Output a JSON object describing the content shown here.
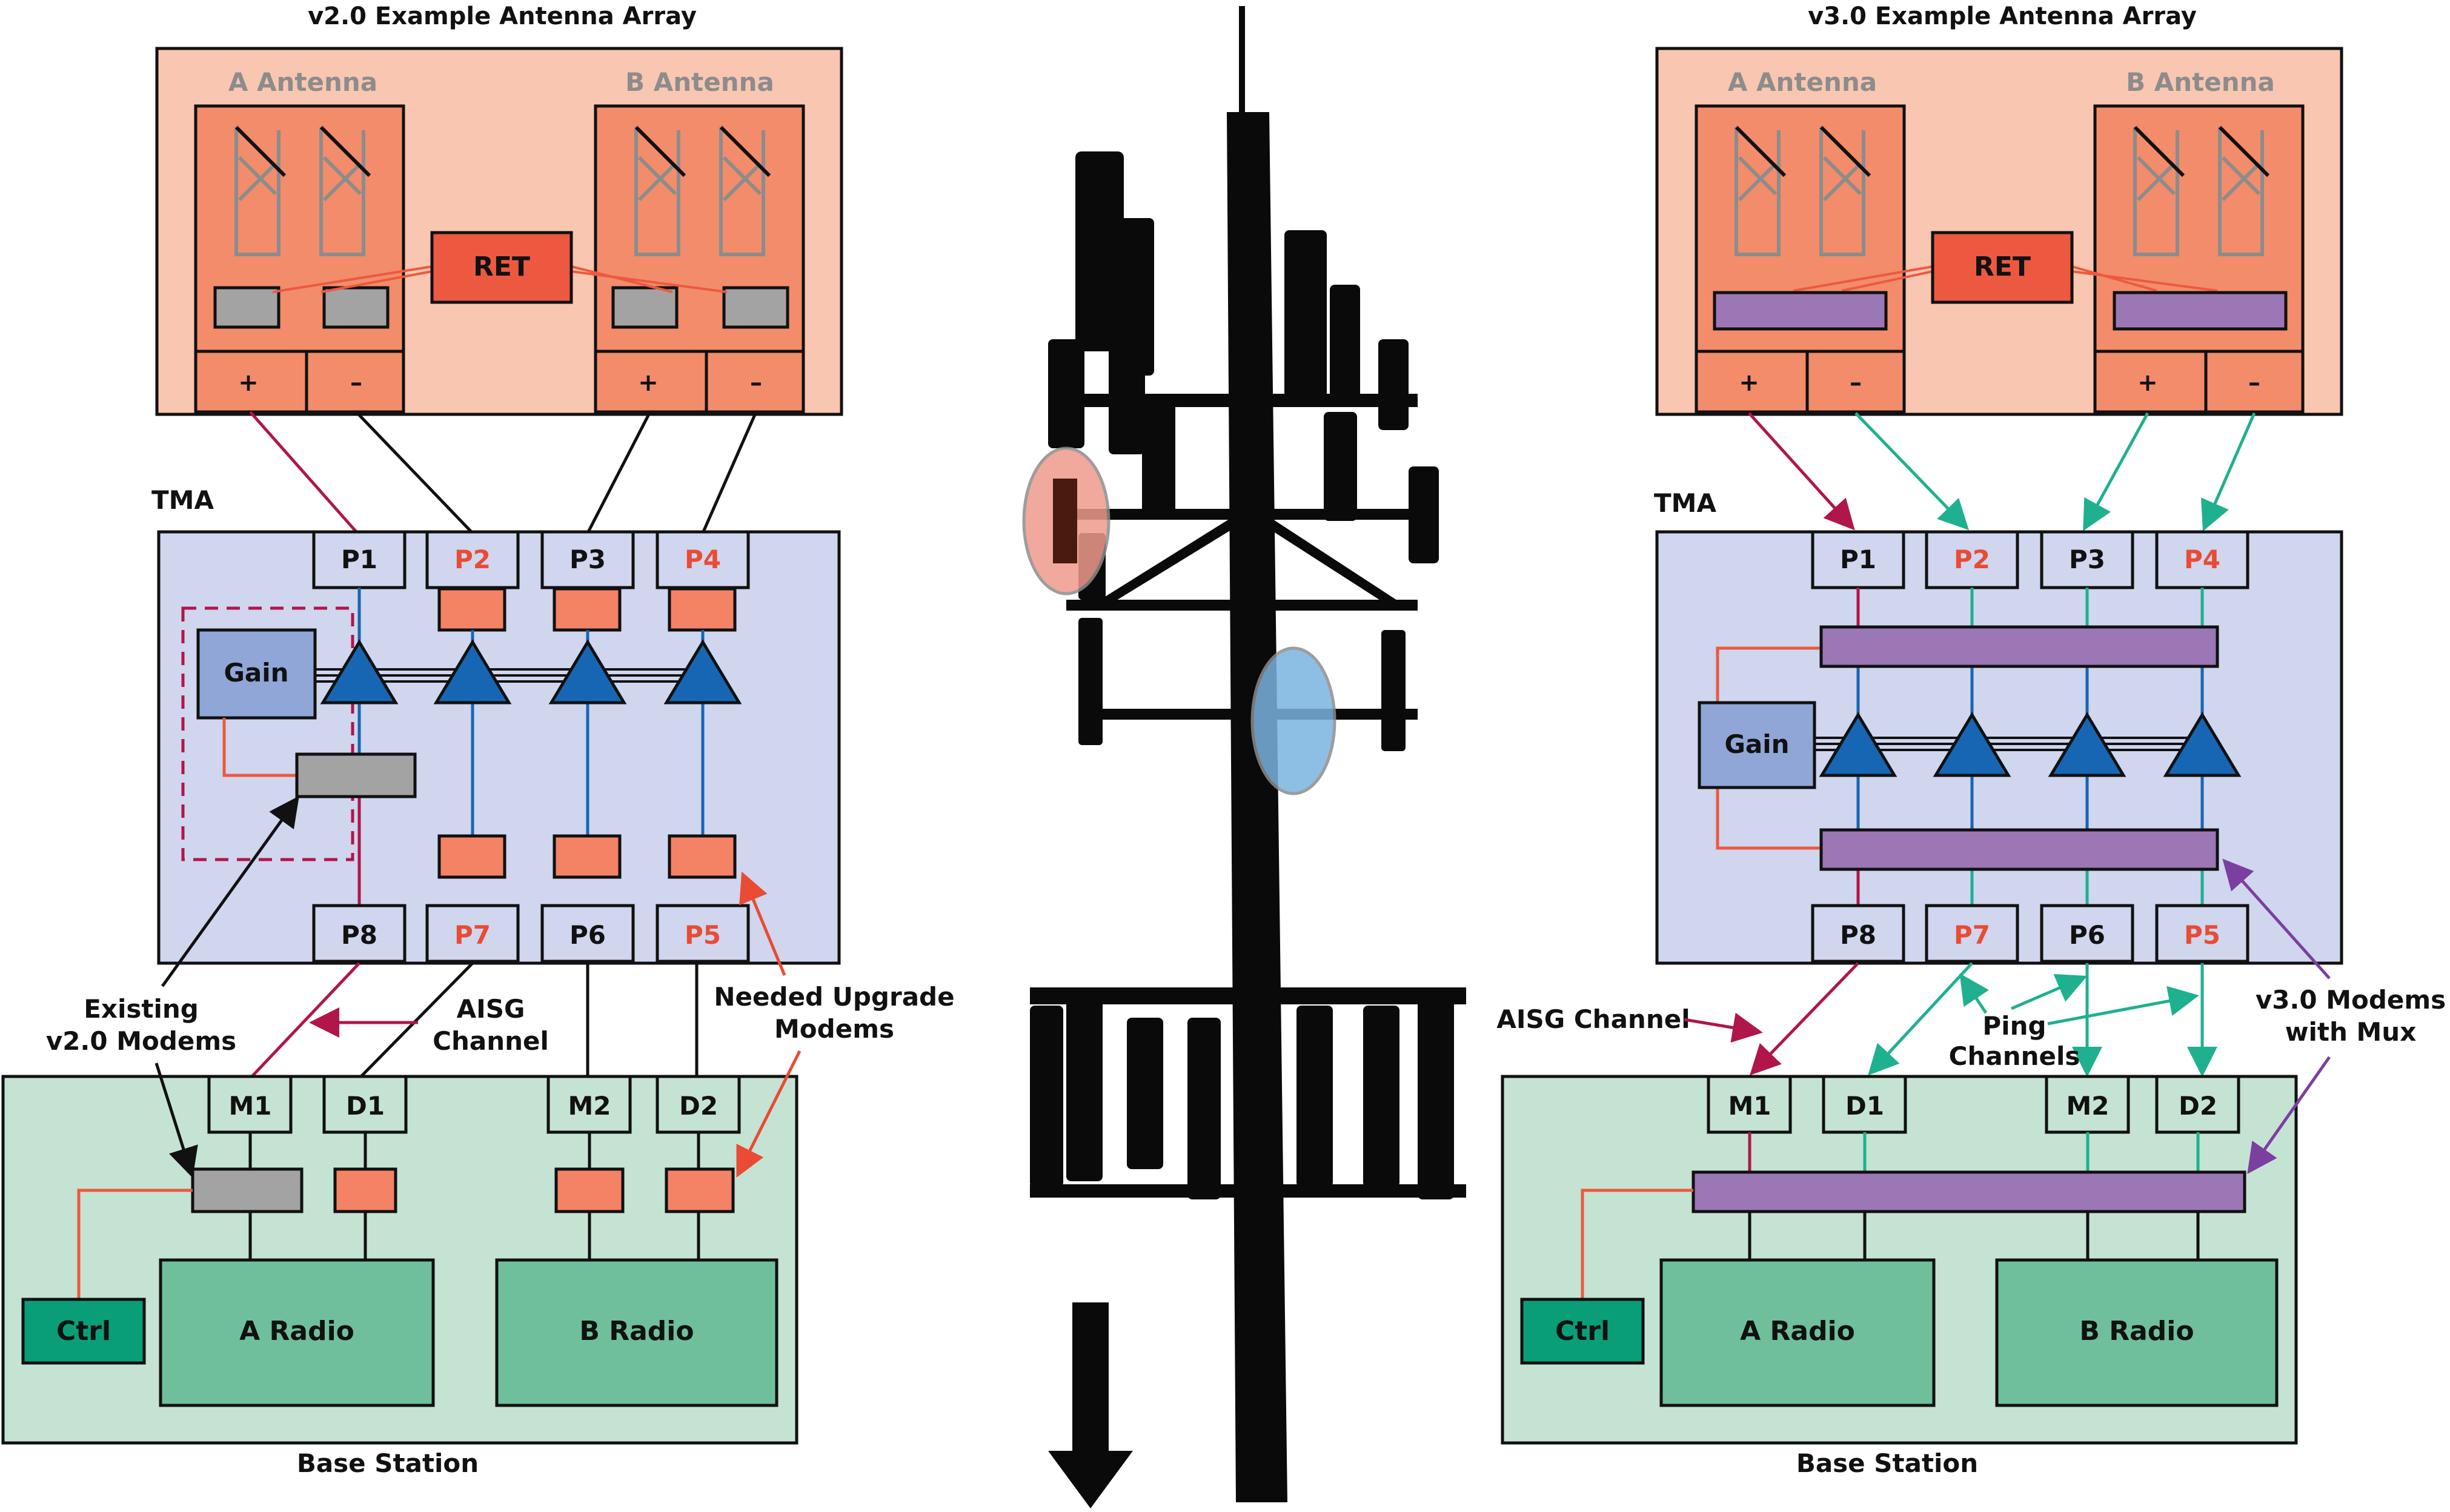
{
  "colors": {
    "antenna_panel_bg": "#f9c6b1",
    "antenna_bg": "#f28c6a",
    "ret_fill": "#ec5940",
    "tma_bg": "#cfd6ee",
    "gain_fill": "#8fa6d6",
    "amp_blue": "#1766b4",
    "modem_orange": "#f48264",
    "modem_grey": "#a3a3a3",
    "mux_purple": "#9b77b6",
    "base_bg": "#c5e3d2",
    "radio_green": "#6fc09a",
    "ctrl_green": "#0a9e78",
    "aisg_red": "#b0164a",
    "ping_teal": "#1fb08f",
    "v3_purple": "#7b3fa0",
    "orange_text": "#e94b35",
    "antenna_label_grey": "#8c8c8c",
    "highlight_red": "#ef9a8d",
    "highlight_blue": "#7ab3df"
  },
  "left": {
    "title": "v2.0 Example Antenna Array",
    "antenna_a_label": "A Antenna",
    "antenna_b_label": "B Antenna",
    "ret_label": "RET",
    "plus": "+",
    "minus": "–",
    "tma_label": "TMA",
    "gain_label": "Gain",
    "ports_top": [
      "P1",
      "P2",
      "P3",
      "P4"
    ],
    "ports_bottom": [
      "P8",
      "P7",
      "P6",
      "P5"
    ],
    "bs_ports": [
      "M1",
      "D1",
      "M2",
      "D2"
    ],
    "ctrl_label": "Ctrl",
    "radio_a": "A Radio",
    "radio_b": "B Radio",
    "base_label": "Base Station",
    "callout_existing": [
      "Existing",
      "v2.0 Modems"
    ],
    "callout_aisg": [
      "AISG",
      "Channel"
    ],
    "callout_needed": [
      "Needed Upgrade",
      "Modems"
    ]
  },
  "right": {
    "title": "v3.0 Example Antenna Array",
    "antenna_a_label": "A Antenna",
    "antenna_b_label": "B Antenna",
    "ret_label": "RET",
    "plus": "+",
    "minus": "–",
    "tma_label": "TMA",
    "gain_label": "Gain",
    "ports_top": [
      "P1",
      "P2",
      "P3",
      "P4"
    ],
    "ports_bottom": [
      "P8",
      "P7",
      "P6",
      "P5"
    ],
    "bs_ports": [
      "M1",
      "D1",
      "M2",
      "D2"
    ],
    "ctrl_label": "Ctrl",
    "radio_a": "A Radio",
    "radio_b": "B Radio",
    "base_label": "Base Station",
    "callout_aisg": "AISG Channel",
    "callout_ping": [
      "Ping",
      "Channels"
    ],
    "callout_mux": [
      "v3.0 Modems",
      "with Mux"
    ]
  }
}
